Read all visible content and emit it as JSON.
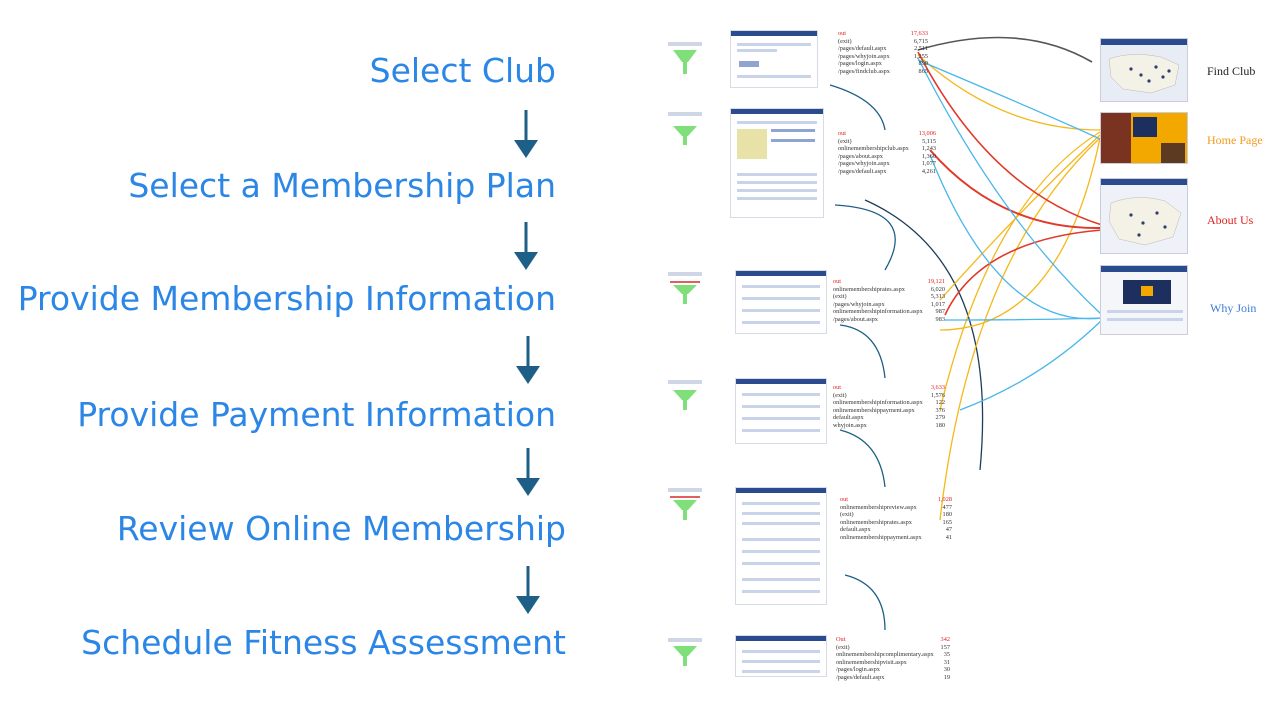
{
  "steps": [
    "Select Club",
    "Select a Membership Plan",
    "Provide Membership Information",
    "Provide Payment Information",
    "Review Online Membership",
    "Schedule Fitness Assessment"
  ],
  "colors": {
    "step_text": "#2b86e6",
    "arrow": "#1d5f86",
    "exit_label": "#e02020",
    "find_club": "#222222",
    "home_page": "#f39a1e",
    "about_us": "#e02020",
    "why_join": "#3d7cd8"
  },
  "funnel_stats": [
    {
      "exit_label": "out",
      "exit_value": "17,633",
      "rows": [
        [
          "(exit)",
          "6,715"
        ],
        [
          "/pages/default.aspx",
          "2,511"
        ],
        [
          "/pages/whyjoin.aspx",
          "1,255"
        ],
        [
          "/pages/login.aspx",
          "890"
        ],
        [
          "/pages/findclub.aspx",
          "865"
        ]
      ]
    },
    {
      "exit_label": "out",
      "exit_value": "13,006",
      "rows": [
        [
          "(exit)",
          "5,115"
        ],
        [
          "onlinemembershipclub.aspx",
          "1,243"
        ],
        [
          "/pages/about.aspx",
          "1,360"
        ],
        [
          "/pages/whyjoin.aspx",
          "1,077"
        ],
        [
          "/pages/default.aspx",
          "4,261"
        ]
      ]
    },
    {
      "exit_label": "out",
      "exit_value": "19,121",
      "rows": [
        [
          "onlinemembershiprates.aspx",
          "6,020"
        ],
        [
          "(exit)",
          "5,313"
        ],
        [
          "/pages/whyjoin.aspx",
          "1,017"
        ],
        [
          "onlinemembershipinformation.aspx",
          "987"
        ],
        [
          "/pages/about.aspx",
          "983"
        ]
      ]
    },
    {
      "exit_label": "out",
      "exit_value": "3,633",
      "rows": [
        [
          "(exit)",
          "1,576"
        ],
        [
          "onlinemembershipinformation.aspx",
          "122"
        ],
        [
          "onlinemembershippayment.aspx",
          "376"
        ],
        [
          "default.aspx",
          "279"
        ],
        [
          "whyjoin.aspx",
          "180"
        ]
      ]
    },
    {
      "exit_label": "out",
      "exit_value": "1,028",
      "rows": [
        [
          "onlinemembershipreview.aspx",
          "477"
        ],
        [
          "(exit)",
          "180"
        ],
        [
          "onlinemembershiprates.aspx",
          "165"
        ],
        [
          "default.aspx",
          "47"
        ],
        [
          "onlinemembershippayment.aspx",
          "41"
        ]
      ]
    },
    {
      "exit_label": "Out",
      "exit_value": "342",
      "rows": [
        [
          "(exit)",
          "157"
        ],
        [
          "onlinemembershipcomplimentary.aspx",
          "35"
        ],
        [
          "onlinemembershipvisit.aspx",
          "31"
        ],
        [
          "/pages/login.aspx",
          "30"
        ],
        [
          "/pages/default.aspx",
          "19"
        ]
      ]
    }
  ],
  "destinations": [
    {
      "label": "Find Club",
      "color_key": "find_club"
    },
    {
      "label": "Home Page",
      "color_key": "home_page"
    },
    {
      "label": "About Us",
      "color_key": "about_us"
    },
    {
      "label": "Why Join",
      "color_key": "why_join"
    }
  ]
}
